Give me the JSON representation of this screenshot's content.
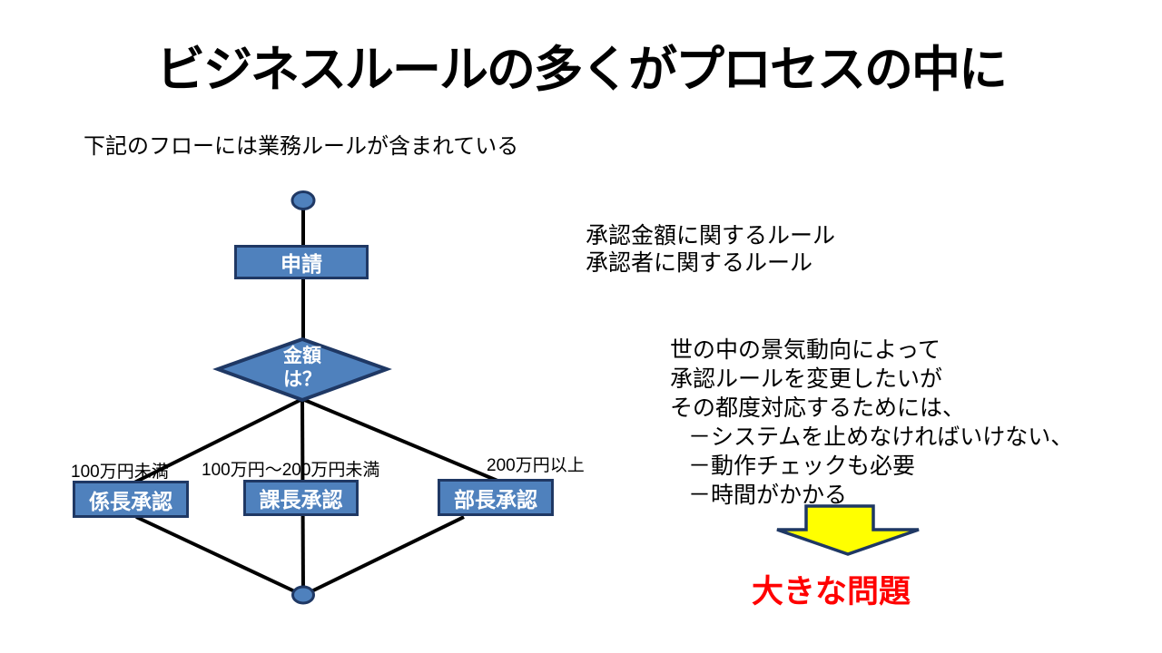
{
  "slide": {
    "title": "ビジネスルールの多くがプロセスの中に",
    "subtitle": "下記のフローには業務ルールが含まれている"
  },
  "flowchart": {
    "nodes": {
      "application": "申請",
      "decision": "金額\nは？",
      "approve_left": "係長承認",
      "approve_middle": "課長承認",
      "approve_right": "部長承認"
    },
    "branch_labels": {
      "left": "100万円未満",
      "middle": "100万円～200万円未満",
      "right": "200万円以上"
    }
  },
  "notes": {
    "rules": [
      "承認金額に関するルール",
      "承認者に関するルール"
    ],
    "concerns": [
      "世の中の景気動向によって",
      "承認ルールを変更したいが",
      "その都度対応するためには、",
      "－システムを止めなければいけない、",
      "－動作チェックも必要",
      "－時間がかかる"
    ],
    "conclusion": "大きな問題"
  },
  "colors": {
    "node_fill": "#4F81BD",
    "node_border": "#1F3864",
    "connector": "#000000",
    "arrow_fill": "#FFFF00",
    "arrow_border": "#1F3864",
    "conclusion_text": "#FF0000"
  }
}
